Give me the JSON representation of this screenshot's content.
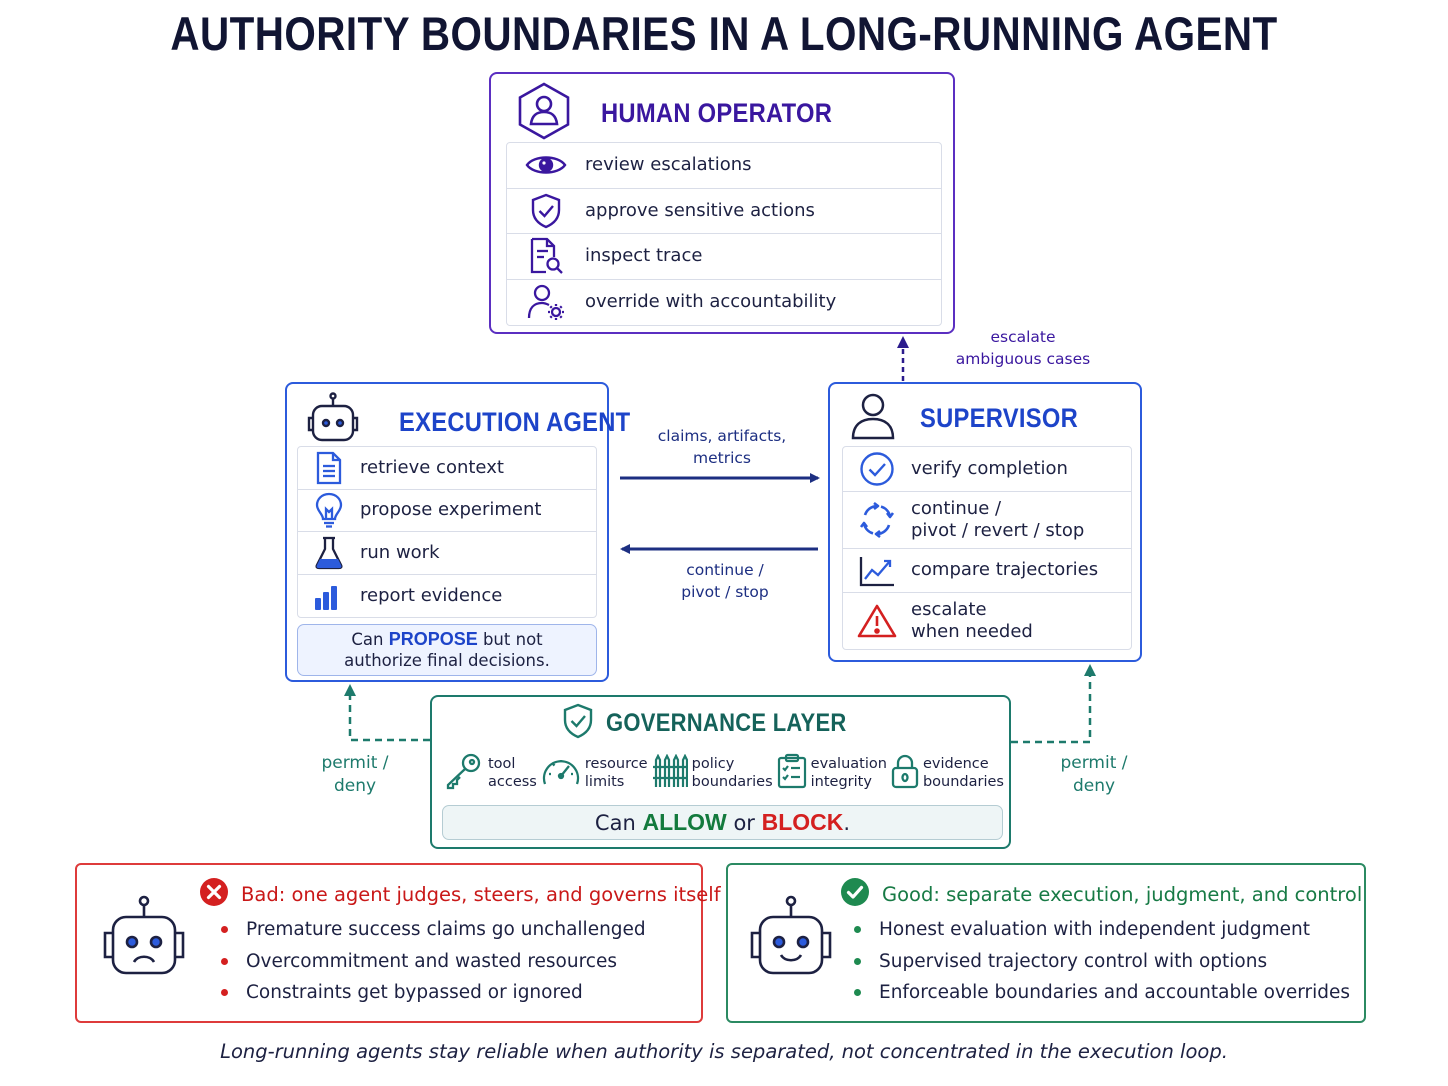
{
  "title": "AUTHORITY BOUNDARIES IN A LONG-RUNNING AGENT HARNESS",
  "human_operator": {
    "title": "HUMAN OPERATOR",
    "icon": "user-hexagon-icon",
    "items": [
      {
        "label": "review escalations",
        "icon": "eye-icon"
      },
      {
        "label": "approve sensitive actions",
        "icon": "shield-check-icon"
      },
      {
        "label": "inspect trace",
        "icon": "document-search-icon"
      },
      {
        "label": "override with accountability",
        "icon": "user-gear-icon"
      }
    ]
  },
  "execution_agent": {
    "title": "EXECUTION AGENT",
    "icon": "robot-icon",
    "items": [
      {
        "label": "retrieve context",
        "icon": "document-icon"
      },
      {
        "label": "propose experiment",
        "icon": "lightbulb-icon"
      },
      {
        "label": "run work",
        "icon": "flask-icon"
      },
      {
        "label": "report evidence",
        "icon": "bar-chart-icon"
      }
    ],
    "note_pre": "Can ",
    "note_emph": "PROPOSE",
    "note_post": " but not",
    "note_line2": "authorize final decisions."
  },
  "supervisor": {
    "title": "SUPERVISOR",
    "icon": "user-icon",
    "items": [
      {
        "line1": "verify completion",
        "line2": "",
        "icon": "check-circle-icon"
      },
      {
        "line1": "continue /",
        "line2": "pivot / revert / stop",
        "icon": "refresh-arrows-icon"
      },
      {
        "line1": "compare trajectories",
        "line2": "",
        "icon": "line-chart-icon"
      },
      {
        "line1": "escalate",
        "line2": "when needed",
        "icon": "warning-triangle-icon"
      }
    ]
  },
  "governance": {
    "title": "GOVERNANCE LAYER",
    "icon": "shield-check-icon",
    "items": [
      {
        "line1": "tool",
        "line2": "access",
        "icon": "key-icon"
      },
      {
        "line1": "resource",
        "line2": "limits",
        "icon": "gauge-icon"
      },
      {
        "line1": "policy",
        "line2": "boundaries",
        "icon": "fence-icon"
      },
      {
        "line1": "evaluation",
        "line2": "integrity",
        "icon": "clipboard-check-icon"
      },
      {
        "line1": "evidence",
        "line2": "boundaries",
        "icon": "padlock-icon"
      }
    ],
    "verdict_pre": "Can ",
    "verdict_allow": "ALLOW",
    "verdict_mid": " or ",
    "verdict_block": "BLOCK",
    "verdict_post": "."
  },
  "flows": {
    "exec_to_sup": {
      "line1": "claims, artifacts,",
      "line2": "metrics"
    },
    "sup_to_exec": {
      "line1": "continue /",
      "line2": "pivot / stop"
    },
    "sup_to_op": {
      "line1": "escalate",
      "line2": "ambiguous cases"
    },
    "gov_left": {
      "line1": "permit /",
      "line2": "deny"
    },
    "gov_right": {
      "line1": "permit /",
      "line2": "deny"
    }
  },
  "bad": {
    "title": "Bad: one agent judges, steers, and governs itself",
    "icon": "x-circle-icon",
    "robot": "sad-robot-icon",
    "items": [
      "Premature success claims go unchallenged",
      "Overcommitment and wasted resources",
      "Constraints get bypassed or ignored"
    ]
  },
  "good": {
    "title": "Good: separate execution, judgment, and control",
    "icon": "check-circle-icon",
    "robot": "happy-robot-icon",
    "items": [
      "Honest evaluation with independent judgment",
      "Supervised trajectory control with options",
      "Enforceable boundaries and accountable overrides"
    ]
  },
  "footer": "Long-running agents stay reliable when authority is separated, not concentrated in the execution loop.",
  "colors": {
    "operator": "#5b2fc1",
    "agent_blue": "#2c5bdc",
    "governance_teal": "#1d7a6c",
    "bad_red": "#de3b3b",
    "good_green": "#2b8a62"
  }
}
